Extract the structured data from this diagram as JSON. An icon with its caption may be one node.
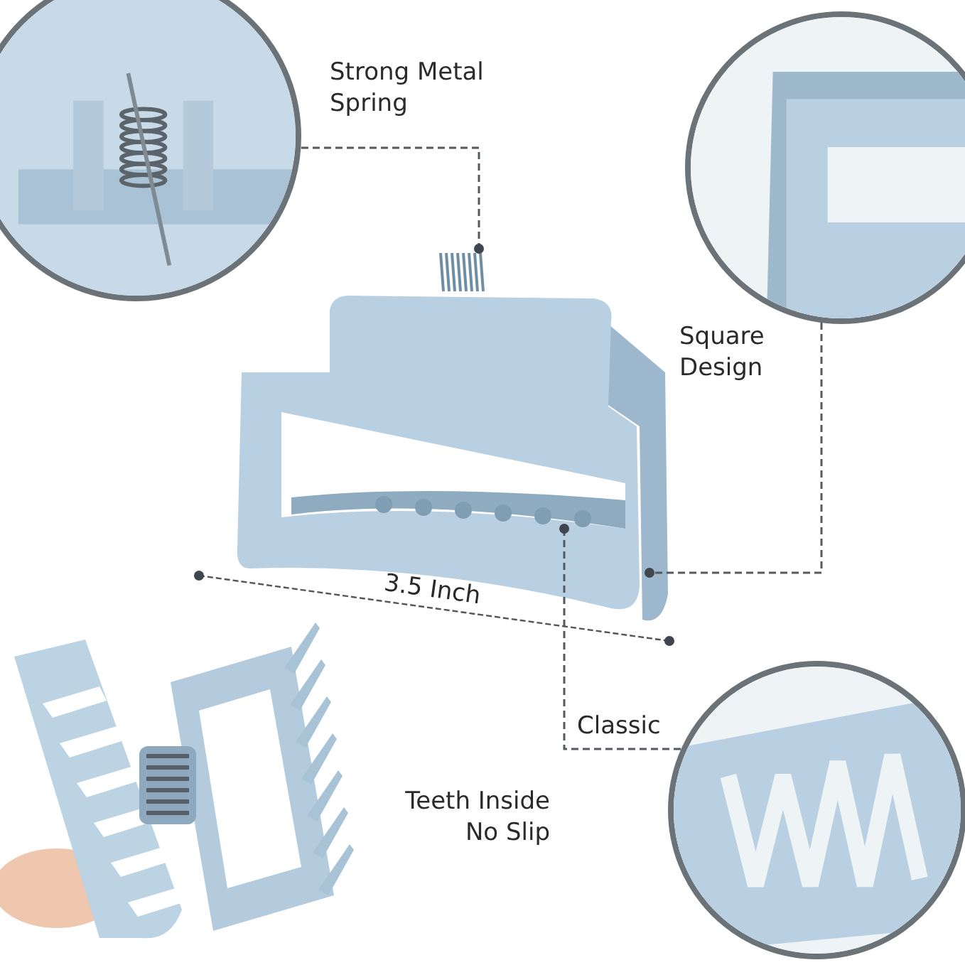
{
  "diagram": {
    "nodes": [
      {
        "text": [],
        "shape": "picture",
        "beside": [
          "Strong Metal Spring"
        ]
      },
      {
        "text": [],
        "shape": "picture",
        "beside": [
          "Square Design"
        ]
      },
      {
        "text": [],
        "shape": "picture",
        "beside": [
          "Classic"
        ]
      }
    ],
    "edges": [
      {
        "from": 0,
        "to": null,
        "arrow": "other",
        "style": "dashed"
      },
      {
        "from": 1,
        "to": null,
        "arrow": "other",
        "style": "dashed"
      },
      {
        "from": 2,
        "to": null,
        "arrow": "other",
        "style": "dashed"
      }
    ],
    "labels": [
      "3.5 Inch",
      "Teeth Inside No Slip"
    ]
  }
}
